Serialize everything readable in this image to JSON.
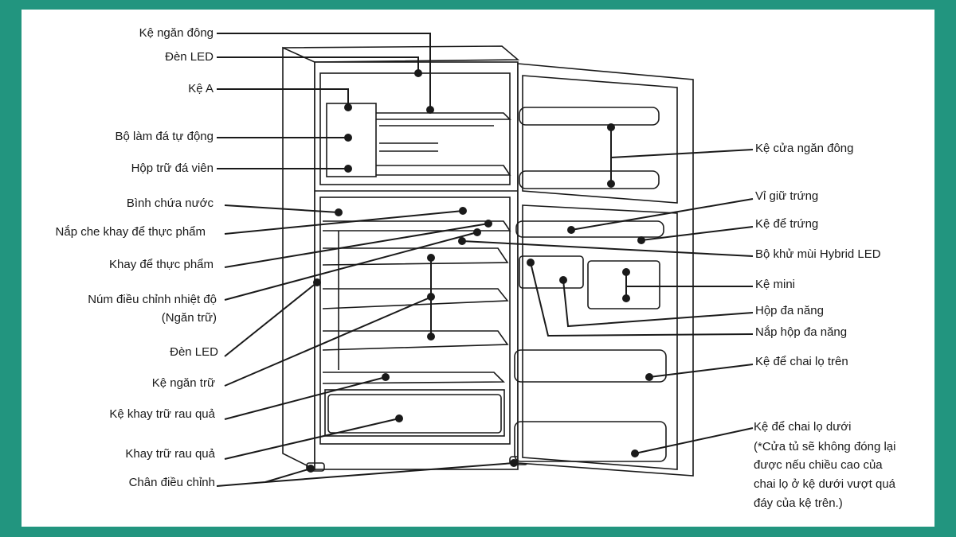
{
  "colors": {
    "frame": "#22957f",
    "background": "#ffffff",
    "ink": "#1a1a1a"
  },
  "left_labels": [
    "Kệ ngăn đông",
    "Đèn LED",
    "Kệ A",
    "Bộ làm đá tự động",
    "Hộp trữ đá viên",
    "Bình chứa nước",
    "Nắp che khay để thực phẩm",
    "Khay để thực phẩm",
    "Núm điều chỉnh nhiệt độ",
    "(Ngăn trữ)",
    "Đèn LED",
    "Kệ ngăn trữ",
    "Kệ khay trữ rau quả",
    "Khay trữ rau quả",
    "Chân điều chỉnh"
  ],
  "right_labels": [
    "Kệ cửa ngăn đông",
    "Vỉ giữ trứng",
    "Kệ để trứng",
    "Bộ khử mùi Hybrid LED",
    "Kệ mini",
    "Hộp đa năng",
    "Nắp hộp đa năng",
    "Kệ để chai lọ trên",
    "Kệ để chai lọ dưới"
  ],
  "note_lines": [
    "(*Cửa tủ sẽ không đóng lại",
    "được nếu chiều cao của",
    "chai lọ ở kệ dưới vượt quá",
    "đáy của kệ trên.)"
  ]
}
